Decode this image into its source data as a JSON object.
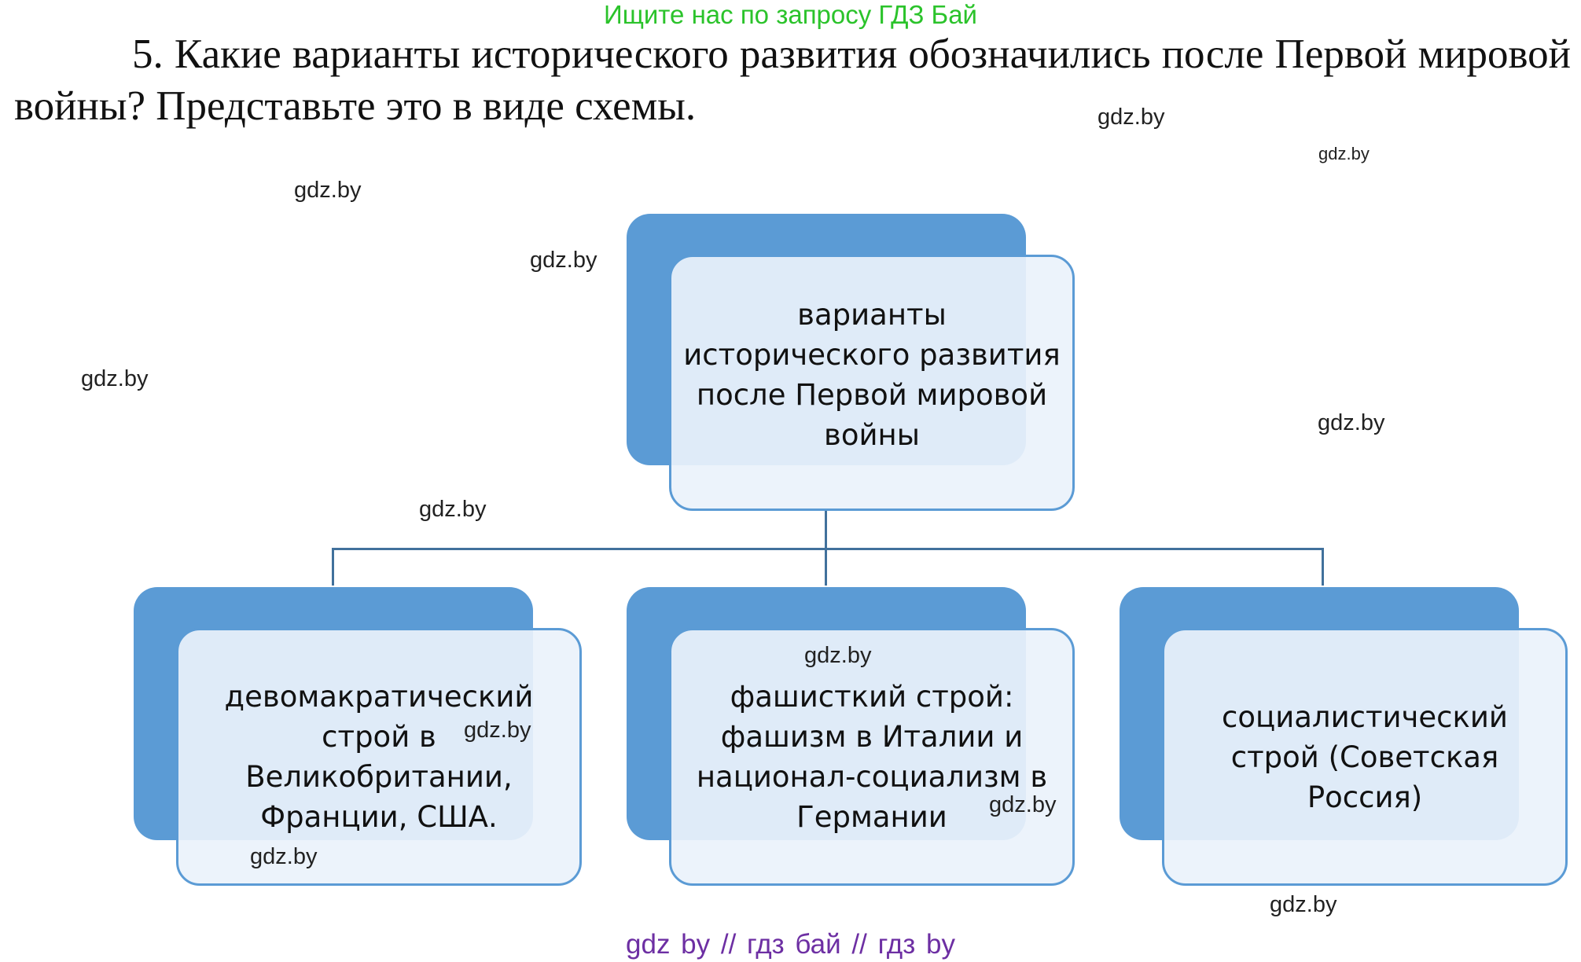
{
  "banner": "Ищите нас по запросу ГДЗ Бай",
  "question": "5. Какие варианты исторического развития обозначились после Первой мировой войны? Представьте это в виде схемы.",
  "diagram": {
    "root": "варианты исторического развития после Первой мировой войны",
    "children": [
      "девомакратический строй в Великобритании, Франции, США.",
      "фашисткий строй: фашизм в Италии и национал-социализм в Германии",
      "социалистический строй (Советская Россия)"
    ],
    "colors": {
      "box_fill": "#5b9bd5",
      "front_fill": "#eaf2fb",
      "connector": "#41719c"
    }
  },
  "watermarks": [
    "gdz.by",
    "gdz.by",
    "gdz.by",
    "gdz.by",
    "gdz.by",
    "gdz.by",
    "gdz.by",
    "gdz.by",
    "gdz.by",
    "gdz.by",
    "gdz.by",
    "gdz.by"
  ],
  "footer": "gdz by  //  гдз бай  //  гдз by",
  "colors": {
    "banner": "#2bc32b",
    "footer": "#6d2fa3"
  }
}
